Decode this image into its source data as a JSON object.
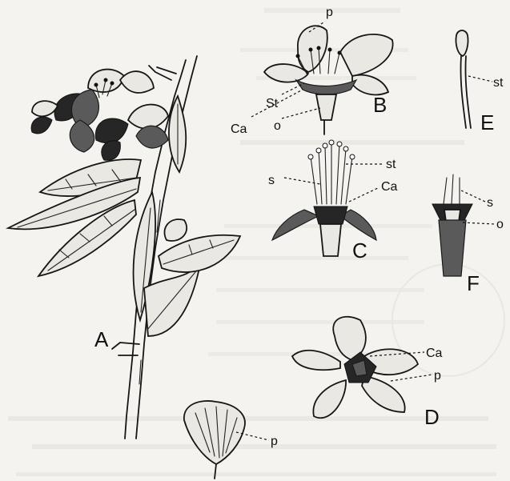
{
  "labels": {
    "A": "A",
    "B": "B",
    "C": "C",
    "D": "D",
    "E": "E",
    "F": "F",
    "p_top": "p",
    "st_B": "St",
    "ca_B": "Ca",
    "o_B": "o",
    "st_E": "st",
    "s_C": "s",
    "st_C": "st",
    "ca_C": "Ca",
    "s_F": "s",
    "o_F": "o",
    "ca_D": "Ca",
    "p_D": "p",
    "p_petal": "p"
  },
  "colors": {
    "paper": "#f4f3ef",
    "ink": "#161616"
  }
}
